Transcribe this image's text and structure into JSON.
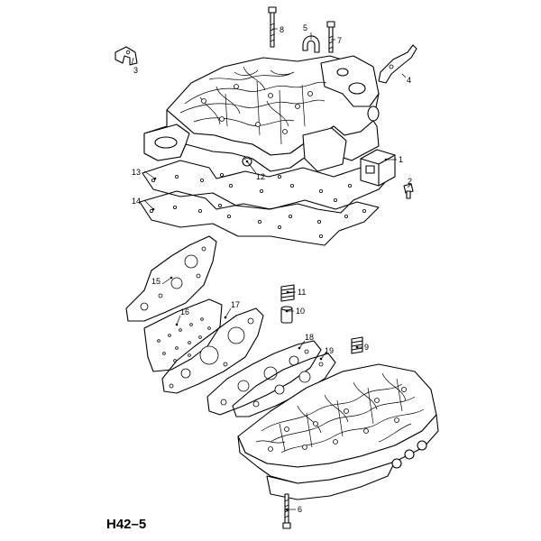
{
  "diagram": {
    "code": "H42–5",
    "callouts": [
      "1",
      "2",
      "3",
      "4",
      "5",
      "6",
      "7",
      "8",
      "9",
      "10",
      "11",
      "12",
      "13",
      "14",
      "15",
      "16",
      "17",
      "18",
      "19"
    ]
  }
}
